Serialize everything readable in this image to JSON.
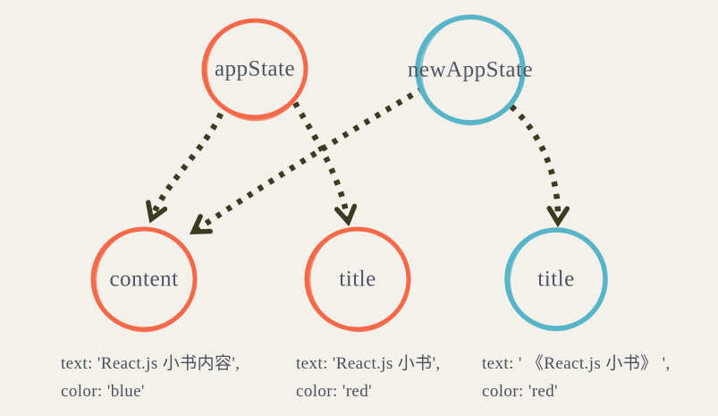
{
  "diagram": {
    "nodes": [
      {
        "id": "appState",
        "label": "appState",
        "color": "#f4694a"
      },
      {
        "id": "newAppState",
        "label": "newAppState",
        "color": "#58b4c8"
      },
      {
        "id": "content",
        "label": "content",
        "color": "#f4694a"
      },
      {
        "id": "title-red",
        "label": "title",
        "color": "#f4694a"
      },
      {
        "id": "title-blue",
        "label": "title",
        "color": "#58b4c8"
      }
    ],
    "edges": [
      {
        "from": "appState",
        "to": "content",
        "style": "dotted-arrow"
      },
      {
        "from": "appState",
        "to": "title-red",
        "style": "dotted-arrow"
      },
      {
        "from": "newAppState",
        "to": "content",
        "style": "dotted-arrow"
      },
      {
        "from": "newAppState",
        "to": "title-blue",
        "style": "dotted-arrow"
      }
    ],
    "annotations": [
      {
        "line1": "text: 'React.js 小书内容',",
        "line2": "color: 'blue'"
      },
      {
        "line1": "text: 'React.js 小书',",
        "line2": "color: 'red'"
      },
      {
        "line1": "text: ' 《React.js 小书》 ',",
        "line2": "color: 'red'"
      }
    ],
    "colors": {
      "background": "#f4f1ea",
      "red_node": "#f4694a",
      "blue_node": "#58b4c8",
      "arrow": "#3d3a22",
      "label_text": "#4e5564",
      "annotation_text": "#48505c"
    }
  }
}
